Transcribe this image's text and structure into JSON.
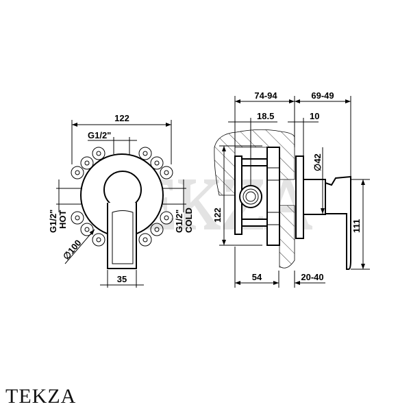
{
  "brand": {
    "logo_text": "TEKZA",
    "watermark_text": "TEKZA"
  },
  "front_view": {
    "width_dim": "122",
    "inlet_spacing_label": "G1/2\"",
    "hot_label": "G1/2\"",
    "hot_text": "HOT",
    "cold_label": "G1/2\"",
    "cold_text": "COLD",
    "diameter_dim": "∅100",
    "lever_width_dim": "35"
  },
  "side_view": {
    "depth_dim": "74-94",
    "projection_dim": "69-49",
    "offset_dim": "18.5",
    "plate_dim": "10",
    "body_height_dim": "122",
    "spindle_diameter_dim": "∅42",
    "lever_height_dim": "111",
    "body_depth_dim": "54",
    "wall_range_dim": "20-40"
  }
}
